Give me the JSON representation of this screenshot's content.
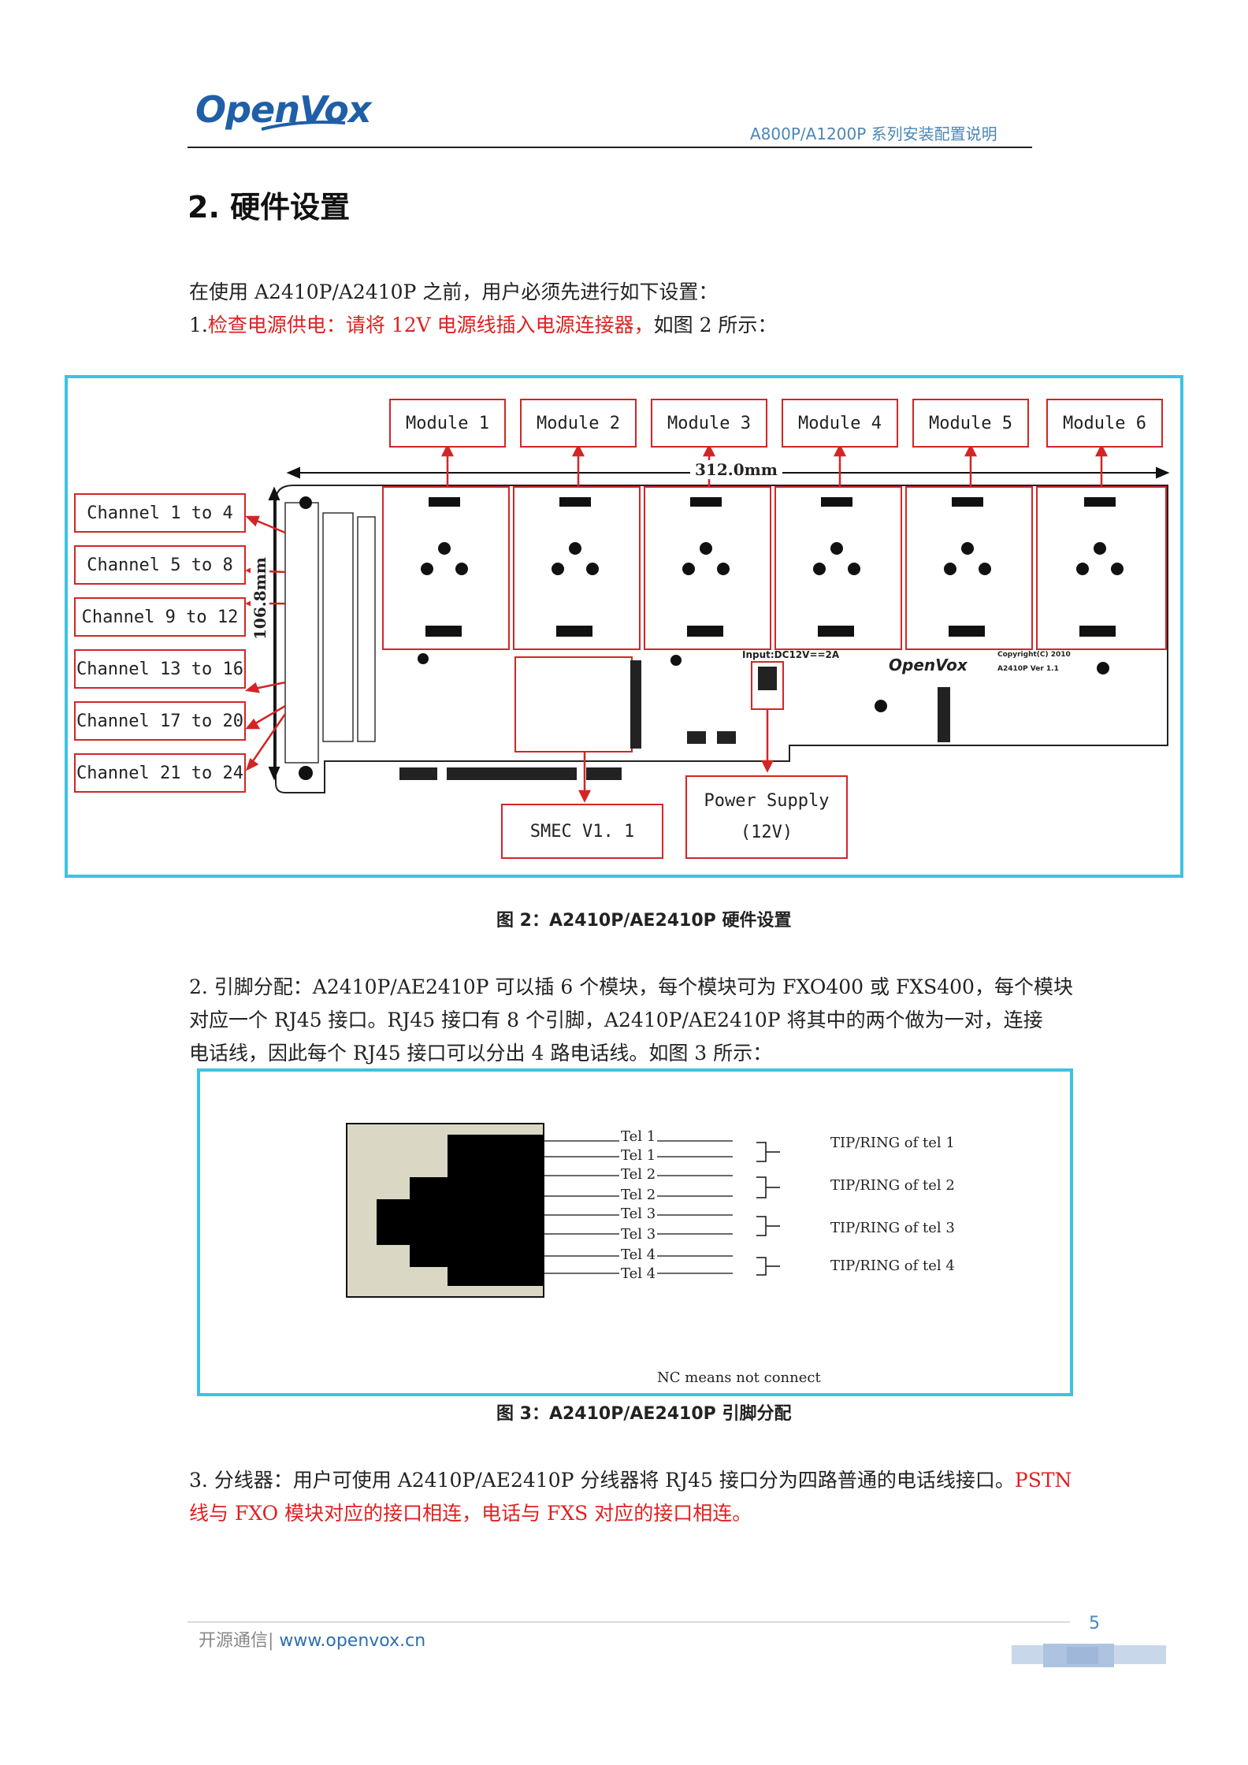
{
  "header": {
    "logo_text": "OpenVox",
    "doc_title": "A800P/A1200P 系列安装配置说明"
  },
  "section": {
    "title": "2. 硬件设置"
  },
  "intro": "在使用 A2410P/A2410P 之前，用户必须先进行如下设置：",
  "step1": {
    "prefix": "1.",
    "red_text": "检查电源供电：请将 12V 电源线插入电源连接器，",
    "suffix": "如图 2 所示："
  },
  "figure2": {
    "modules": [
      "Module 1",
      "Module 2",
      "Module 3",
      "Module 4",
      "Module 5",
      "Module 6"
    ],
    "channels": [
      "Channel  1  to  4",
      "Channel  5  to  8",
      "Channel  9  to  12",
      "Channel 13 to 16",
      "Channel 17 to 20",
      "Channel 21 to 24"
    ],
    "width_dim": "312.0mm",
    "height_dim": "106.8mm",
    "smec_label": "SMEC  V1. 1",
    "power_label_1": "Power Supply",
    "power_label_2": "(12V)",
    "board_input_label": "Input:DC12V",
    "board_input_amp": "==2A",
    "board_brand": "OpenVox",
    "board_copyright": "Copyright(C) 2010",
    "board_version": "A2410P  Ver 1.1",
    "caption": "图 2：A2410P/AE2410P 硬件设置"
  },
  "step2": {
    "line1": "2. 引脚分配：A2410P/AE2410P 可以插 6 个模块，每个模块可为 FXO400 或 FXS400，每个模块",
    "line2": "对应一个 RJ45 接口。RJ45 接口有 8 个引脚，A2410P/AE2410P 将其中的两个做为一对，连接",
    "line3": "电话线，因此每个 RJ45 接口可以分出 4 路电话线。如图 3 所示："
  },
  "figure3": {
    "pins": [
      "Tel 1",
      "Tel 1",
      "Tel 2",
      "Tel 2",
      "Tel 3",
      "Tel 3",
      "Tel 4",
      "Tel 4"
    ],
    "pairs": [
      "TIP/RING of tel 1",
      "TIP/RING of tel 2",
      "TIP/RING of tel 3",
      "TIP/RING of tel 4"
    ],
    "note": "NC means not connect",
    "caption": "图 3：A2410P/AE2410P 引脚分配"
  },
  "step3": {
    "black": "3. 分线器：用户可使用 A2410P/AE2410P 分线器将 RJ45 接口分为四路普通的电话线接口。",
    "red_line1_tail": "PSTN",
    "red_line2": "线与 FXO 模块对应的接口相连，电话与 FXS 对应的接口相连。"
  },
  "footer": {
    "company": "开源通信|",
    "url": "www.openvox.cn",
    "page_number": "5"
  }
}
